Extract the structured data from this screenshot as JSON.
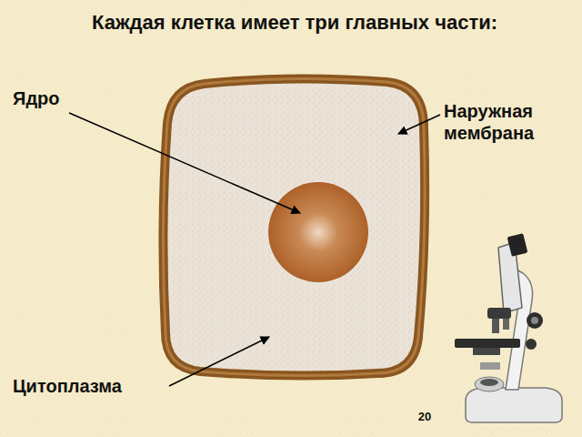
{
  "diagram": {
    "title": "Каждая клетка имеет три главных части:",
    "labels": [
      "Ядро",
      "Наружная мембрана",
      "Цитоплазма",
      "20"
    ]
  }
}
